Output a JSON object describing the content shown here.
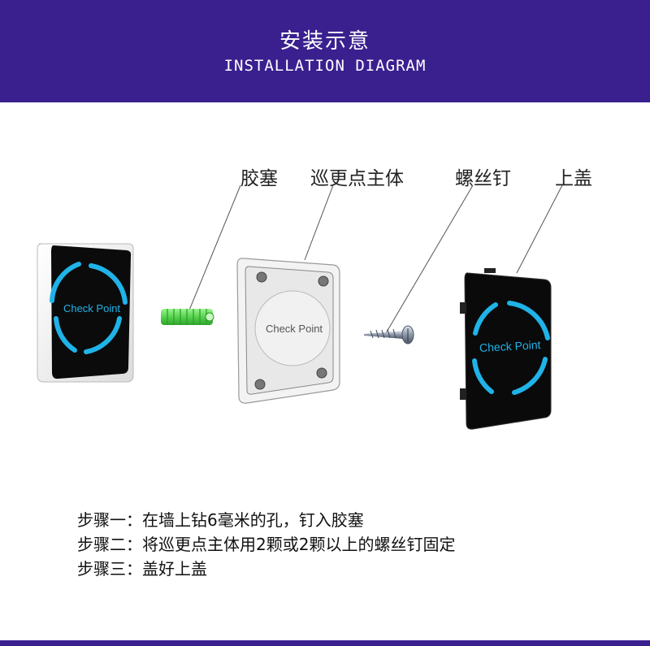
{
  "header": {
    "title_cn": "安装示意",
    "title_en": "INSTALLATION DIAGRAM"
  },
  "labels": {
    "anchor": "胶塞",
    "main_body": "巡更点主体",
    "screw": "螺丝钉",
    "cover": "上盖"
  },
  "device_text": {
    "front": "Check Point",
    "body": "Check Point",
    "cover": "Check Point"
  },
  "steps": [
    "步骤一：在墙上钻6毫米的孔，钉入胶塞",
    "步骤二：将巡更点主体用2颗或2颗以上的螺丝钉固定",
    "步骤三：盖好上盖"
  ],
  "colors": {
    "header_bg": "#3a1f8f",
    "ring_blue": "#1fb3e8",
    "anchor_green": "#6ee36a"
  }
}
